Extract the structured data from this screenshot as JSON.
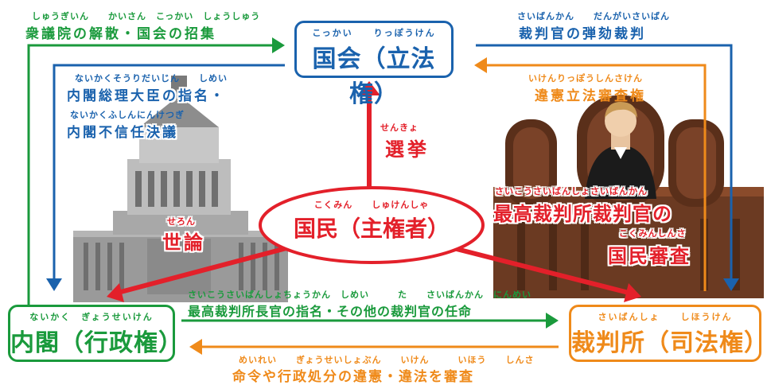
{
  "nodes": {
    "diet": {
      "ruby": "こっかい　　りっぽうけん",
      "title": "国会（立法権）"
    },
    "cabinet": {
      "ruby": "ないかく　ぎょうせいけん",
      "title": "内閣（行政権）"
    },
    "court": {
      "ruby": "さいばんしょ　　しほうけん",
      "title": "裁判所（司法権）"
    },
    "people": {
      "ruby": "こくみん　　しゅけんしゃ",
      "title": "国民（主権者）"
    }
  },
  "edges": {
    "cabinet_to_diet": {
      "ruby": "しゅうぎいん　　かいさん　こっかい　しょうしゅう",
      "label": "衆議院の解散・国会の招集"
    },
    "diet_to_cabinet": {
      "ruby1": "ないかくそうりだいじん　　しめい",
      "label1": "内閣総理大臣の指名・",
      "ruby2": "ないかくふしんにんけつぎ",
      "label2": "内閣不信任決議"
    },
    "diet_to_court": {
      "ruby": "さいばんかん　　だんがいさいばん",
      "label": "裁判官の弾劾裁判"
    },
    "court_to_diet": {
      "ruby": "いけんりっぽうしんさけん",
      "label": "違憲立法審査権"
    },
    "people_to_diet": {
      "ruby": "せんきょ",
      "label": "選挙"
    },
    "people_to_cabinet": {
      "ruby": "せろん",
      "label": "世論"
    },
    "people_to_court": {
      "ruby1": "さいこうさいばんしょさいばんかん",
      "label1": "最高裁判所裁判官の",
      "ruby2": "こくみんしんさ",
      "label2": "国民審査"
    },
    "cabinet_to_court": {
      "ruby": "さいこうさいばんしょちょうかん　しめい　　　た　　さいばんかん　にんめい",
      "label": "最高裁判所長官の指名・その他の裁判官の任命"
    },
    "court_to_cabinet": {
      "ruby": "めいれい　　ぎょうせいしょぶん　　いけん　　　いほう　　しんさ",
      "label": "命令や行政処分の違憲・違法を審査"
    }
  },
  "colors": {
    "green": "#1a9a3c",
    "blue": "#1a62ad",
    "orange": "#ef8a1a",
    "red": "#e3202a"
  },
  "icons": [
    "diet-building-illustration",
    "judge-courtroom-illustration"
  ]
}
